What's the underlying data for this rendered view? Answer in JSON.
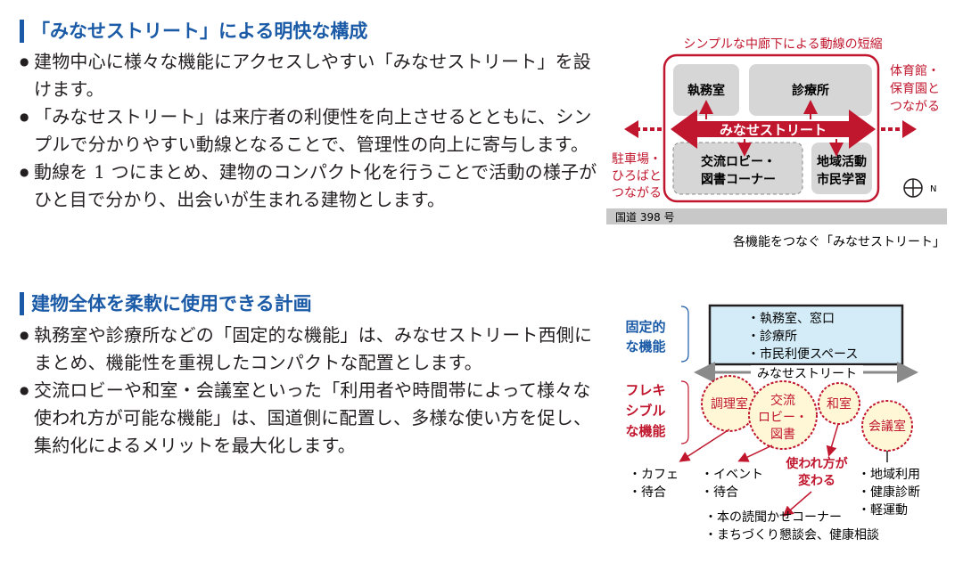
{
  "section1": {
    "heading": "「みなせストリート」による明快な構成",
    "bullets": [
      "建物中心に様々な機能にアクセスしやすい「みなせストリート」を設けます。",
      "「みなせストリート」は来庁者の利便性を向上させるとともに、シンプルで分かりやすい動線となることで、管理性の向上に寄与します。",
      "動線を 1 つにまとめ、建物のコンパクト化を行うことで活動の様子がひと目で分かり、出会いが生まれる建物とします。"
    ]
  },
  "section2": {
    "heading": "建物全体を柔軟に使用できる計画",
    "bullets": [
      "執務室や診療所などの「固定的な機能」は、みなせストリート西側にまとめ、機能性を重視したコンパクトな配置とします。",
      "交流ロビーや和室・会議室といった「利用者や時間帯によって様々な使われ方が可能な機能」は、国道側に配置し、多様な使い方を促し、集約化によるメリットを最大化します。"
    ]
  },
  "diagram1": {
    "top_note": "シンプルな中廊下による動線の短縮",
    "room_office": "執務室",
    "room_clinic": "診療所",
    "street_label": "みなせストリート",
    "room_lobby": [
      "交流ロビー・",
      "図書コーナー"
    ],
    "room_community": [
      "地域活動",
      "市民学習"
    ],
    "left_note": [
      "駐車場・",
      "ひろばと",
      "つながる"
    ],
    "right_note": [
      "体育館・",
      "保育園と",
      "つながる"
    ],
    "road": "国道 398 号",
    "north": "N",
    "caption": "各機能をつなぐ「みなせストリート」"
  },
  "diagram2": {
    "fixed_label": [
      "固定的",
      "な機能"
    ],
    "fixed_items": [
      "・執務室、窓口",
      "・診療所",
      "・市民利便スペース"
    ],
    "street_label": "みなせストリート",
    "flex_label": [
      "フレキ",
      "シブル",
      "な機能"
    ],
    "circle_kitchen": "調理室",
    "circle_lobby": [
      "交流",
      "ロビー・",
      "図書"
    ],
    "circle_washitsu": "和室",
    "circle_meeting": "会議室",
    "use_kitchen": [
      "・カフェ",
      "・待合"
    ],
    "use_lobby": [
      "・イベント",
      "・待合"
    ],
    "use_change": [
      "使われ方が",
      "変わる"
    ],
    "use_change_items": [
      "・本の読聞かせコーナー",
      "・まちづくり懇談会、健康相談"
    ],
    "use_meeting": [
      "・地域利用",
      "・健康診断",
      "・軽運動"
    ]
  },
  "colors": {
    "accent_blue": "#1a5aa6",
    "accent_red": "#c0172e",
    "room_gray": "#d6d6d6",
    "fixed_fill": "#d3ecf7"
  }
}
